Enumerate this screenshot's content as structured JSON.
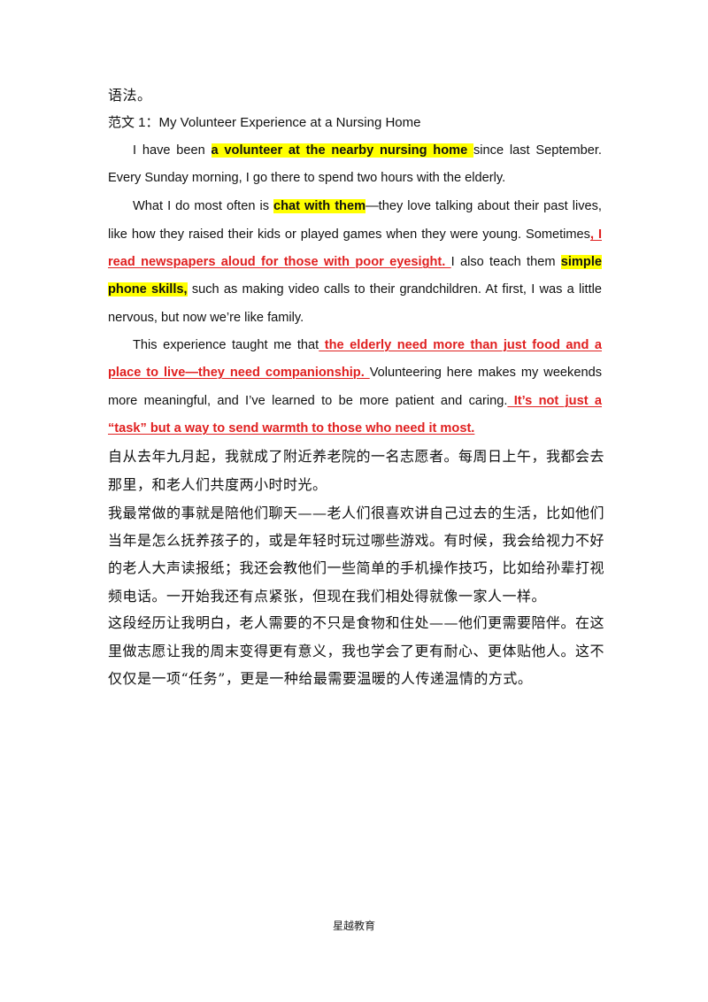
{
  "heading_prev": "语法。",
  "title": "范文 1：My Volunteer Experience at a Nursing Home",
  "essay": {
    "l1_a": "I have been ",
    "l1_hl": "  a volunteer at the nearby nursing home  ",
    "l1_b": " since last September.",
    "l2": "Every Sunday morning, I go there to spend two hours with the elderly.",
    "l3_a": "What I do most often is ",
    "l3_hl": "  chat with them",
    "l3_b": "—they love talking about their past lives,",
    "l4_a": "like how they raised their kids or played games when they were young. Sometimes",
    "l4_red": ", I",
    "l5_red": "read newspapers aloud for those with poor eyesight.  ",
    "l5_a": " I also teach them ",
    "l5_hl": " simple",
    "l6_hl": "phone skills,",
    "l6_a": "  such as making video calls to their grandchildren. At first, I was a little",
    "l7": "nervous, but now we’re like family.",
    "l8_a": "This experience taught me that",
    "l8_red": " the elderly need more than just food and a ",
    "l9_red": "place to live—they need companionship.  ",
    "l9_a": "Volunteering here makes my weekends",
    "l10_a": "more meaningful, and I’ve learned to be more patient and caring.",
    "l10_red": "  It’s not just a ",
    "l11_red": "“task” but a way to send warmth to those who need it most.  "
  },
  "translation": [
    "自从去年九月起，我就成了附近养老院的一名志愿者。每周日上午，我都会去",
    "那里，和老人们共度两小时时光。",
    "我最常做的事就是陪他们聊天——老人们很喜欢讲自己过去的生活，比如他们",
    "当年是怎么抚养孩子的，或是年轻时玩过哪些游戏。有时候，我会给视力不好",
    "的老人大声读报纸；我还会教他们一些简单的手机操作技巧，比如给孙辈打视",
    "频电话。一开始我还有点紧张，但现在我们相处得就像一家人一样。",
    "这段经历让我明白，老人需要的不只是食物和住处——他们更需要陪伴。在这",
    "里做志愿让我的周末变得更有意义，我也学会了更有耐心、更体贴他人。这不",
    "仅仅是一项“任务”，更是一种给最需要温暖的人传递温情的方式。"
  ],
  "footer": "星越教育",
  "colors": {
    "highlight": "#ffff00",
    "red_text": "#e02020"
  }
}
